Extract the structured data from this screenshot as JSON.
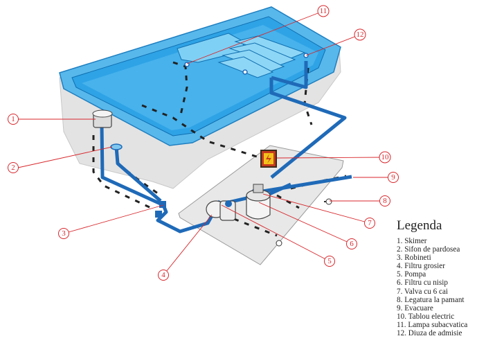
{
  "legend": {
    "title": "Legenda",
    "items": [
      "1. Skimer",
      "2. Sifon de pardosea",
      "3. Robineti",
      "4. Filtru grosier",
      "5. Pompa",
      "6. Filtru cu nisip",
      "7. Valva cu 6 cai",
      "8. Legatura la pamant",
      "9. Evacuare",
      "10. Tablou electric",
      "11. Lampa subacvatica",
      "12. Diuza de admisie"
    ]
  },
  "callouts": [
    "1",
    "2",
    "3",
    "4",
    "5",
    "6",
    "7",
    "8",
    "9",
    "10",
    "11",
    "12"
  ],
  "colors": {
    "pool_rim": "#4fb3ea",
    "pool_water": "#2ea3e6",
    "pool_shell": "#e3e3e3",
    "pipe": "#1f6ab8",
    "callout": "#d8262b",
    "platform": "#e8e8e8"
  }
}
